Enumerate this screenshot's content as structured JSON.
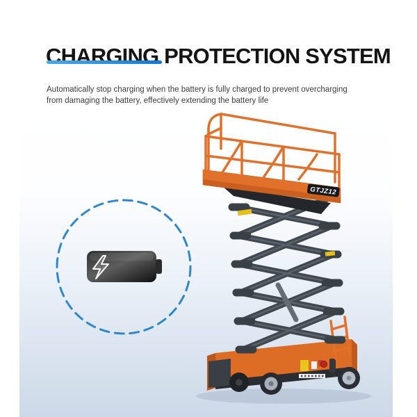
{
  "header": {
    "title": "CHARGING PROTECTION SYSTEM",
    "subtitle_line1": "Automatically stop charging when the battery is fully charged to prevent overcharging",
    "subtitle_line2": "from damaging the battery, effectively extending the battery life"
  },
  "accent": {
    "underline_gradient_start": "#47a9e8",
    "underline_gradient_end": "#1477d1",
    "dashed_circle_color": "#2e86cc"
  },
  "battery_graphic": {
    "icon": "battery-charging-icon",
    "body_color_dark": "#1a1a1a",
    "bolt_color": "#ffffff"
  },
  "machine": {
    "model_label": "GTJZ12",
    "body_color": "#e0702a",
    "scissor_color": "#454c54",
    "background_bottom_color": "#cdd9e9"
  }
}
